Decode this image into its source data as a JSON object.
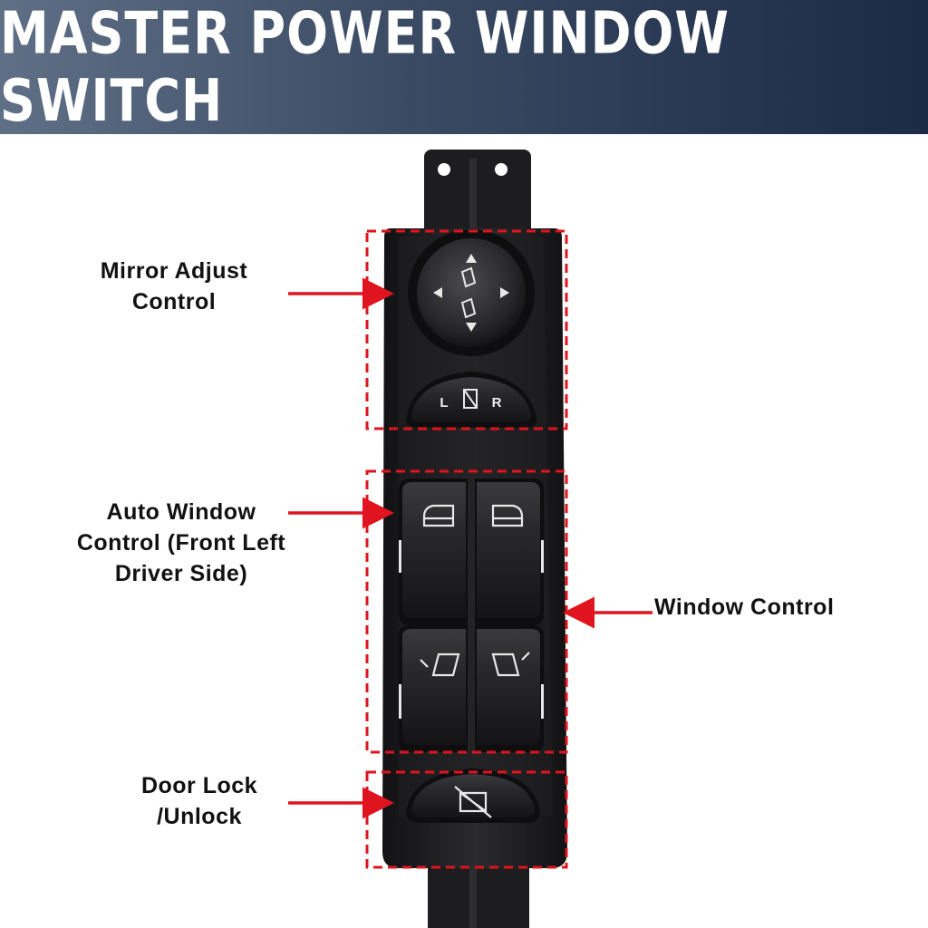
{
  "header": {
    "title": "MASTER POWER WINDOW SWITCH"
  },
  "callouts": {
    "mirror": {
      "line1": "Mirror Adjust",
      "line2": "Control"
    },
    "auto_window": {
      "line1": "Auto Window",
      "line2": "Control (Front Left",
      "line3": "Driver Side)"
    },
    "window_control": {
      "line1": "Window Control"
    },
    "door_lock": {
      "line1": "Door Lock",
      "line2": "/Unlock"
    }
  },
  "switch_labels": {
    "left": "L",
    "right": "R"
  },
  "colors": {
    "header_dark": "#1b2a45",
    "header_light": "#5f6f86",
    "callout_red": "#e0141e",
    "switch_body": "#1c1c1e",
    "button": "#2a2a2d"
  },
  "icons": [
    "mirror-adjust-icon",
    "mirror-select-icon",
    "window-front-left-icon",
    "window-front-right-icon",
    "window-rear-left-icon",
    "window-rear-right-icon",
    "lock-disabled-icon"
  ]
}
